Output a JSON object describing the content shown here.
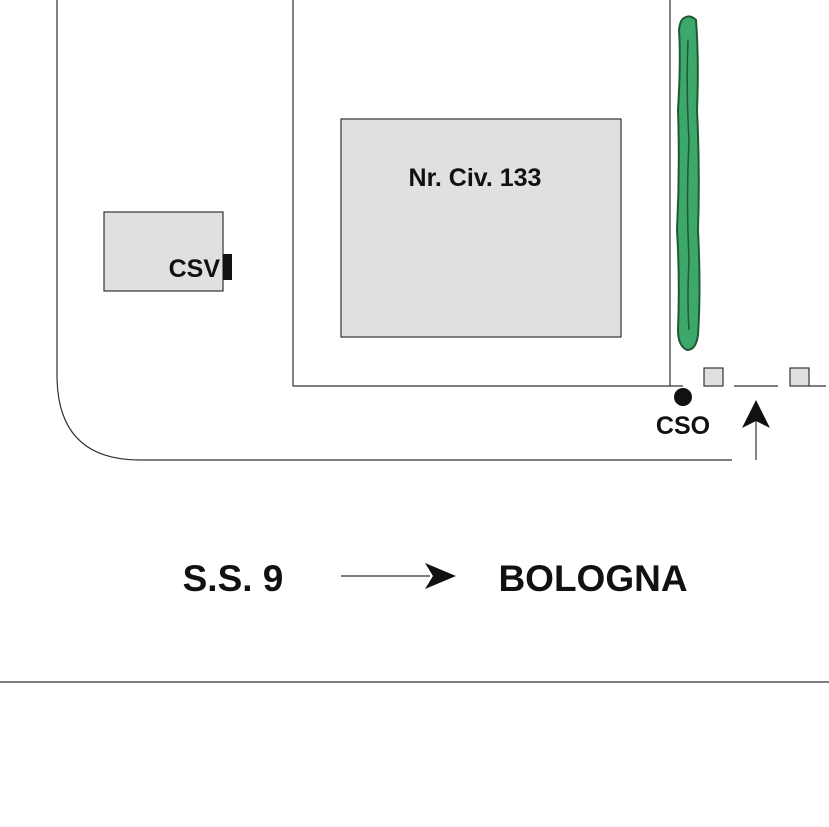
{
  "labels": {
    "building": "Nr. Civ. 133",
    "csv": "CSV",
    "cso": "CSO",
    "road": "S.S. 9",
    "destination": "BOLOGNA"
  },
  "colors": {
    "line": "#333333",
    "building_fill": "#e0e0e0",
    "hedge": "#3da86a",
    "hedge_outline": "#1e5a35",
    "text": "#111111"
  },
  "icons": {
    "cso": "manhole-dot-icon",
    "csv": "valve-block-icon",
    "road_direction": "arrow-right-icon",
    "entrance": "arrow-up-icon"
  }
}
